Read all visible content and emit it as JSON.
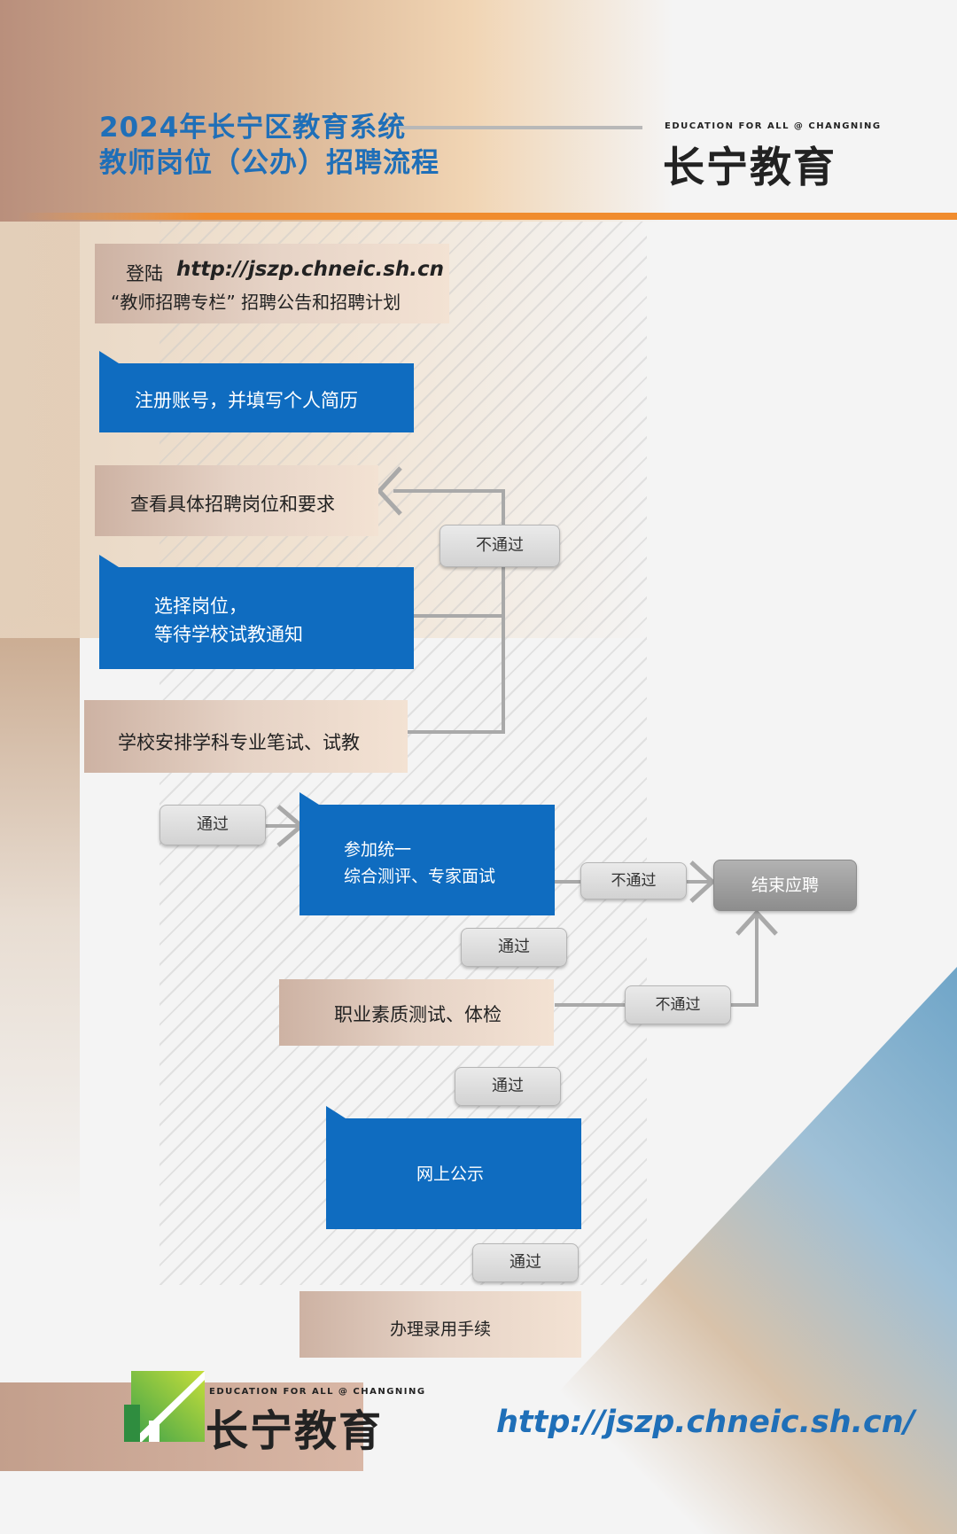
{
  "header": {
    "title_line1": "2024年长宁区教育系统",
    "title_line2": "教师岗位（公办）招聘流程"
  },
  "logo": {
    "tagline": "EDUCATION FOR ALL @ CHANGNING",
    "wordmark": "长宁教育"
  },
  "flow": {
    "step1_prefix": "登陆",
    "step1_url": "http://jszp.chneic.sh.cn",
    "step1_line2": "“教师招聘专栏” 招聘公告和招聘计划",
    "step2": "注册账号，并填写个人简历",
    "step3": "查看具体招聘岗位和要求",
    "step4_line1": "选择岗位，",
    "step4_line2": "等待学校试教通知",
    "step5": "学校安排学科专业笔试、试教",
    "step6_line1": "参加统一",
    "step6_line2": "综合测评、专家面试",
    "step7": "职业素质测试、体检",
    "step8": "网上公示",
    "step9": "办理录用手续",
    "end": "结束应聘",
    "pass": "通过",
    "fail": "不通过"
  },
  "footer": {
    "url": "http://jszp.chneic.sh.cn/"
  },
  "colors": {
    "title_blue": "#1f6fb8",
    "box_blue": "#0f6cc0",
    "accent_orange": "#f08c2e"
  }
}
